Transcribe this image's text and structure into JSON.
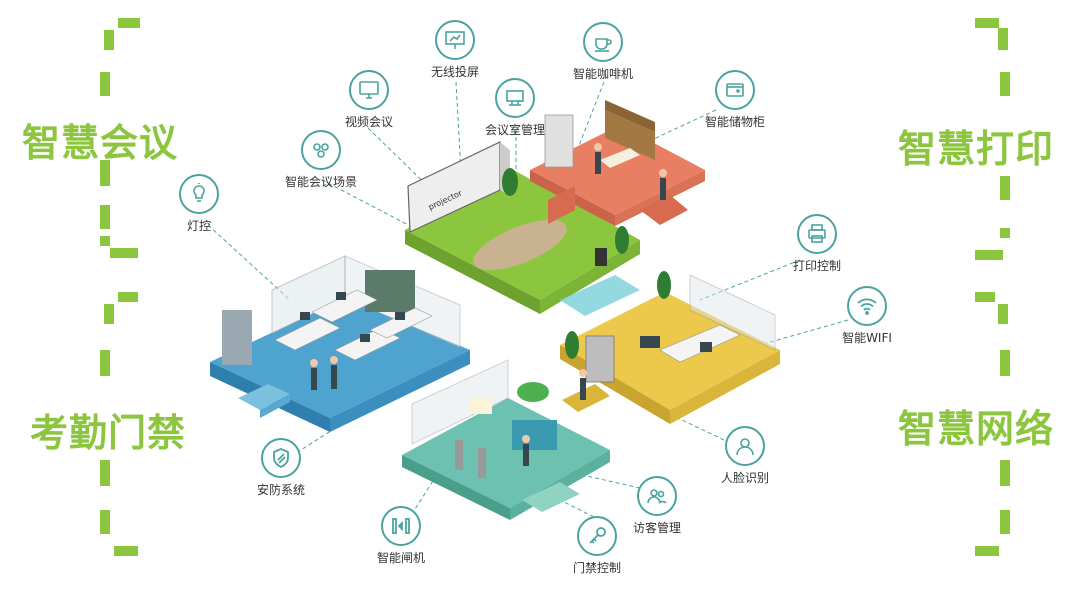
{
  "categories": {
    "smart_meeting": "智慧会议",
    "attendance_access": "考勤门禁",
    "smart_print": "智慧打印",
    "smart_network": "智慧网络"
  },
  "features": {
    "light_control": "灯控",
    "smart_meeting_scene": "智能会议场景",
    "video_conference": "视频会议",
    "wireless_projection": "无线投屏",
    "meeting_room_management": "会议室管理",
    "smart_coffee_machine": "智能咖啡机",
    "smart_locker": "智能储物柜",
    "print_control": "打印控制",
    "smart_wifi": "智能WIFI",
    "face_recognition": "人脸识别",
    "visitor_management": "访客管理",
    "access_control": "门禁控制",
    "smart_gate": "智能闸机",
    "security_system": "安防系统"
  },
  "whiteboard_text": "projector",
  "colors": {
    "accent_green": "#8cc63f",
    "icon_teal": "#4aa3a0",
    "floor_blue": "#4fa3cf",
    "floor_green": "#8cc63f",
    "floor_coral": "#e87f63",
    "floor_yellow": "#ecc84b",
    "floor_teal": "#6cc1b0"
  }
}
